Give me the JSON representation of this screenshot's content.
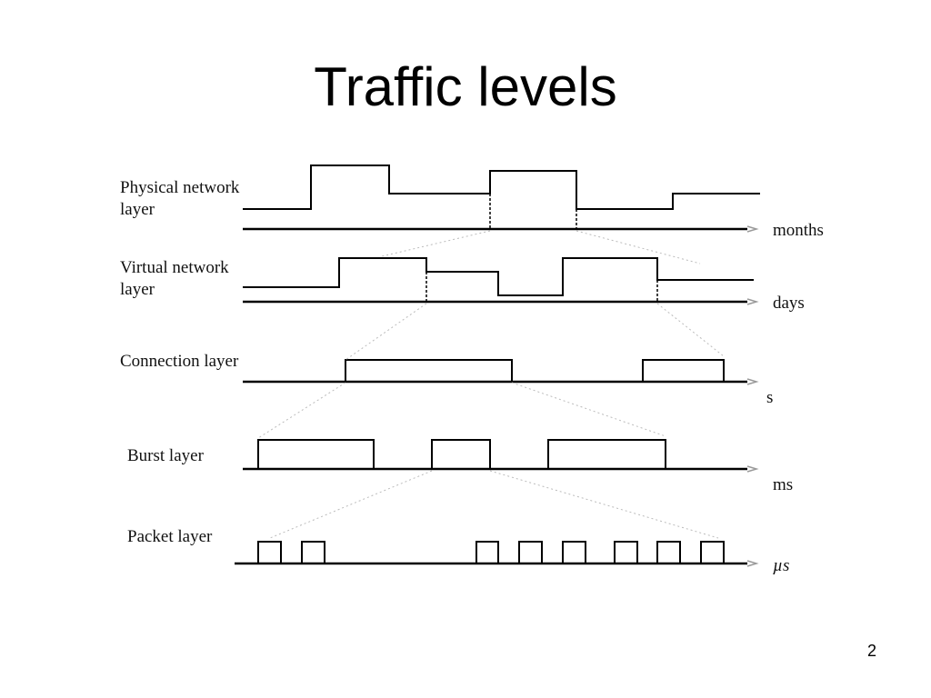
{
  "title": "Traffic levels",
  "page_number": "2",
  "layers": [
    {
      "label_lines": [
        "Physical network",
        "layer"
      ],
      "unit": "months"
    },
    {
      "label_lines": [
        "Virtual network",
        "layer"
      ],
      "unit": "days"
    },
    {
      "label_lines": [
        "Connection layer"
      ],
      "unit": "s"
    },
    {
      "label_lines": [
        "Burst layer"
      ],
      "unit": "ms"
    },
    {
      "label_lines": [
        "Packet layer"
      ],
      "unit": "µs"
    }
  ]
}
